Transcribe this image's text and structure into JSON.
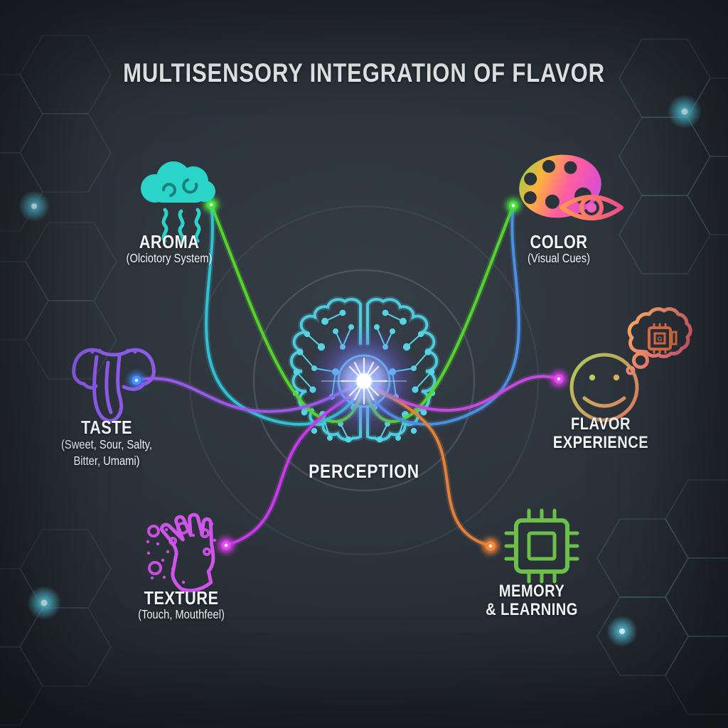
{
  "title": "MULTISENSORY INTEGRATION OF FLAVOR",
  "center": {
    "label": "PERCEPTION",
    "icon": "brain-icon",
    "glow_color": "#bfe0ff",
    "brain_color": "#4ecbdf"
  },
  "nodes": {
    "aroma": {
      "label": "AROMA",
      "sublabel": "(Olciotory System)",
      "icon": "scent-cloud-icon",
      "accent": "#41d98d",
      "connector_colors": [
        "#55d42e",
        "#2fc2d4"
      ]
    },
    "color": {
      "label": "COLOR",
      "sublabel": "(Visual Cues)",
      "icon": "palette-eye-icon",
      "accent": "#ff8a5c",
      "connector_colors": [
        "#55d42e",
        "#4a8fe0"
      ]
    },
    "taste": {
      "label": "TASTE",
      "sublabel_line1": "(Sweet, Sour, Salty,",
      "sublabel_line2": "Bitter, Umami)",
      "icon": "tongue-icon",
      "accent": "#8c5ce8",
      "connector_colors": [
        "#9b59e8"
      ]
    },
    "flavor_experience": {
      "label_line1": "FLAVOR",
      "label_line2": "EXPERIENCE",
      "icon": "smiley-thought-icon",
      "accent": "#e8956a",
      "connector_colors": [
        "#c74ae0"
      ]
    },
    "texture": {
      "label": "TEXTURE",
      "sublabel": "(Touch, Mouthfeel)",
      "icon": "touch-hand-icon",
      "accent": "#c94fe0",
      "connector_colors": [
        "#c73ae8"
      ]
    },
    "memory": {
      "label_line1": "MEMORY",
      "label_line2": "& LEARNING",
      "icon": "chip-icon",
      "accent": "#6cc04a",
      "connector_colors": [
        "#e0813c"
      ]
    }
  },
  "background": {
    "hexagon_pattern": true,
    "sparkle_color": "#5fe2ff",
    "base_color": "#2c333b"
  }
}
